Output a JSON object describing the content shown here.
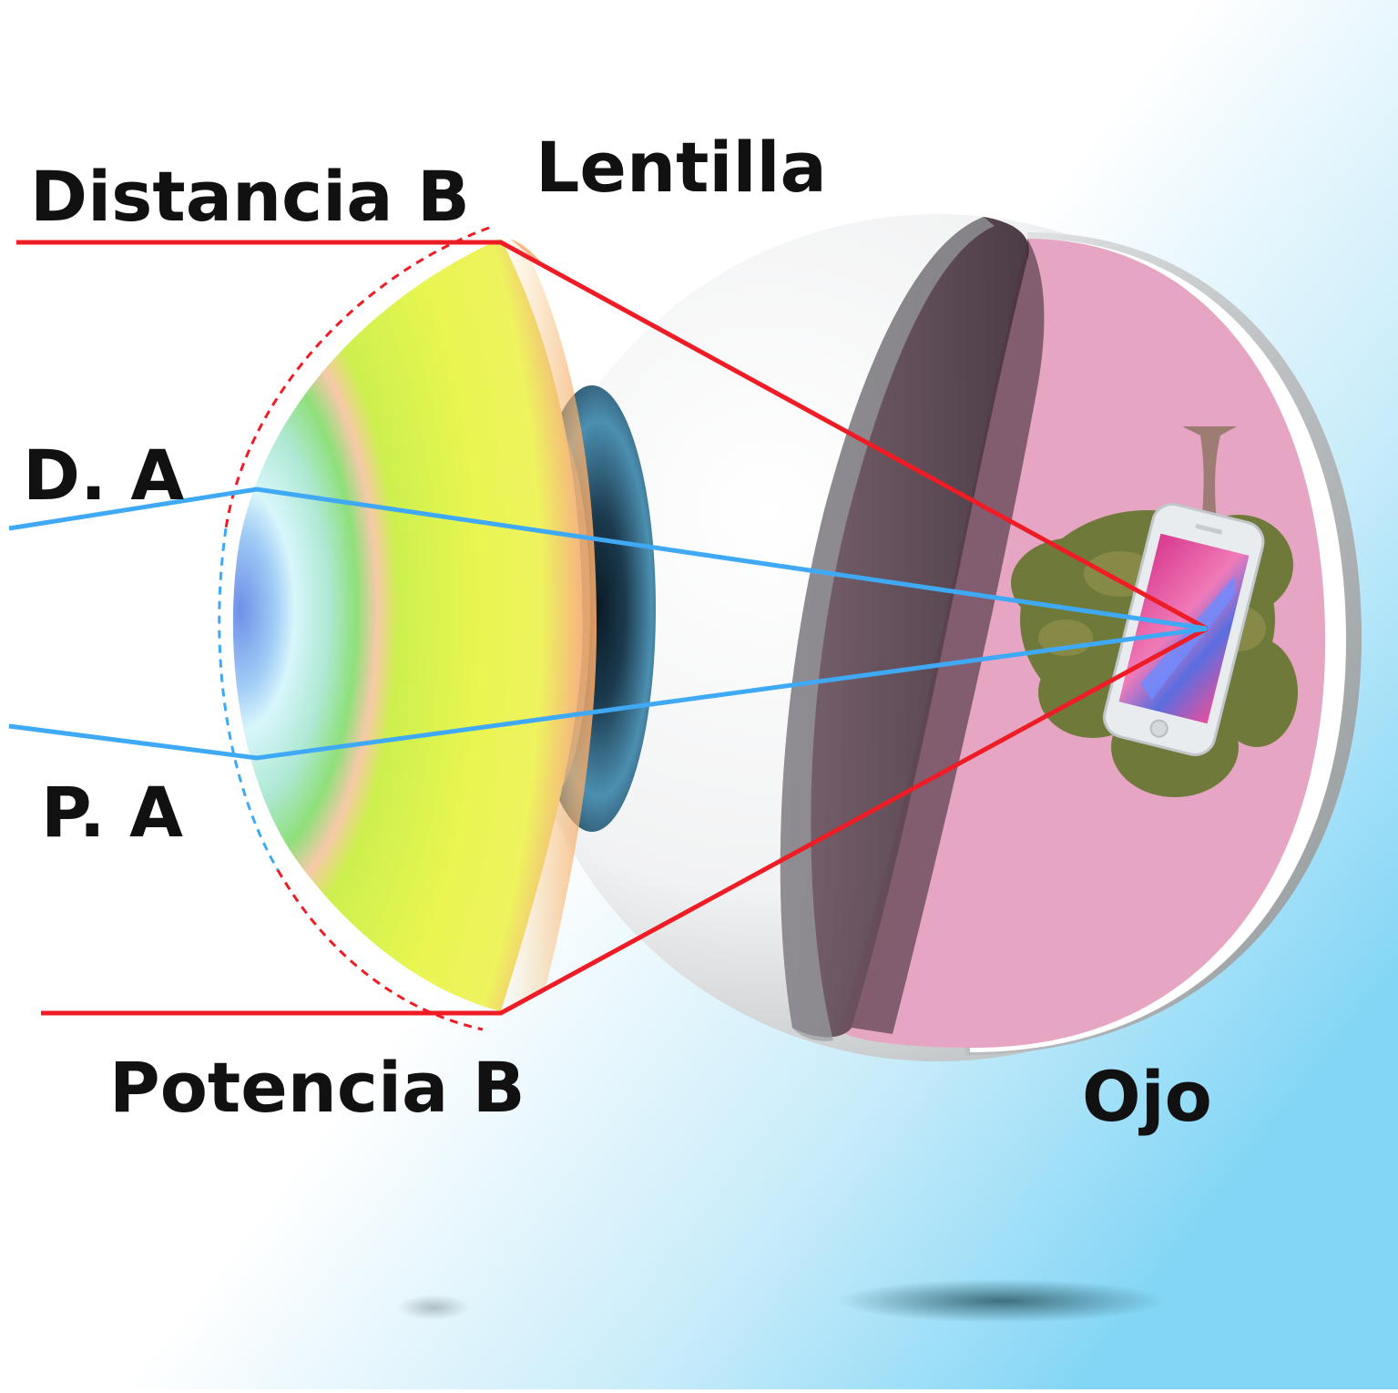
{
  "labels": {
    "distancia_b": "Distancia B",
    "lentilla": "Lentilla",
    "d_a": "D. A",
    "p_a": "P. A",
    "potencia_b": "Potencia B",
    "ojo": "Ojo"
  },
  "colors": {
    "ray_red": "#ee1c25",
    "ray_blue": "#3fa9f5",
    "background_blue": "#84d6f6",
    "retina_pink": "#e6a6c3",
    "lens_yellow": "#e9f551"
  },
  "icons": {
    "phone": "smartphone-icon",
    "tree": "tree-icon"
  }
}
